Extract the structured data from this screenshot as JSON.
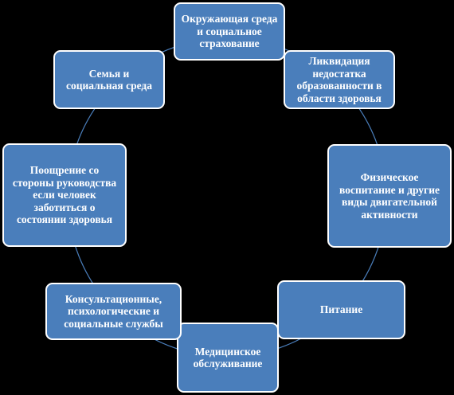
{
  "diagram": {
    "nodes": [
      {
        "id": "environment",
        "label": "Окружающая среда и социальное страхование"
      },
      {
        "id": "health-education",
        "label": "Ликвидация недостатка образованности в области здоровья"
      },
      {
        "id": "physical",
        "label": "Физическое воспитание и другие виды двигательной активности"
      },
      {
        "id": "nutrition",
        "label": "Питание"
      },
      {
        "id": "medical",
        "label": "Медицинское обслуживание"
      },
      {
        "id": "consulting",
        "label": "Консультационные, психологические и социальные службы"
      },
      {
        "id": "encouragement",
        "label": "Поощрение со стороны руководства если человек заботиться о состоянии здоровья"
      },
      {
        "id": "family",
        "label": "Семья и социальная среда"
      }
    ],
    "colors": {
      "node_fill": "#4a7ebb",
      "node_border": "#ffffff",
      "ring": "#4a7ebb",
      "background": "#000000",
      "text": "#ffffff"
    }
  }
}
